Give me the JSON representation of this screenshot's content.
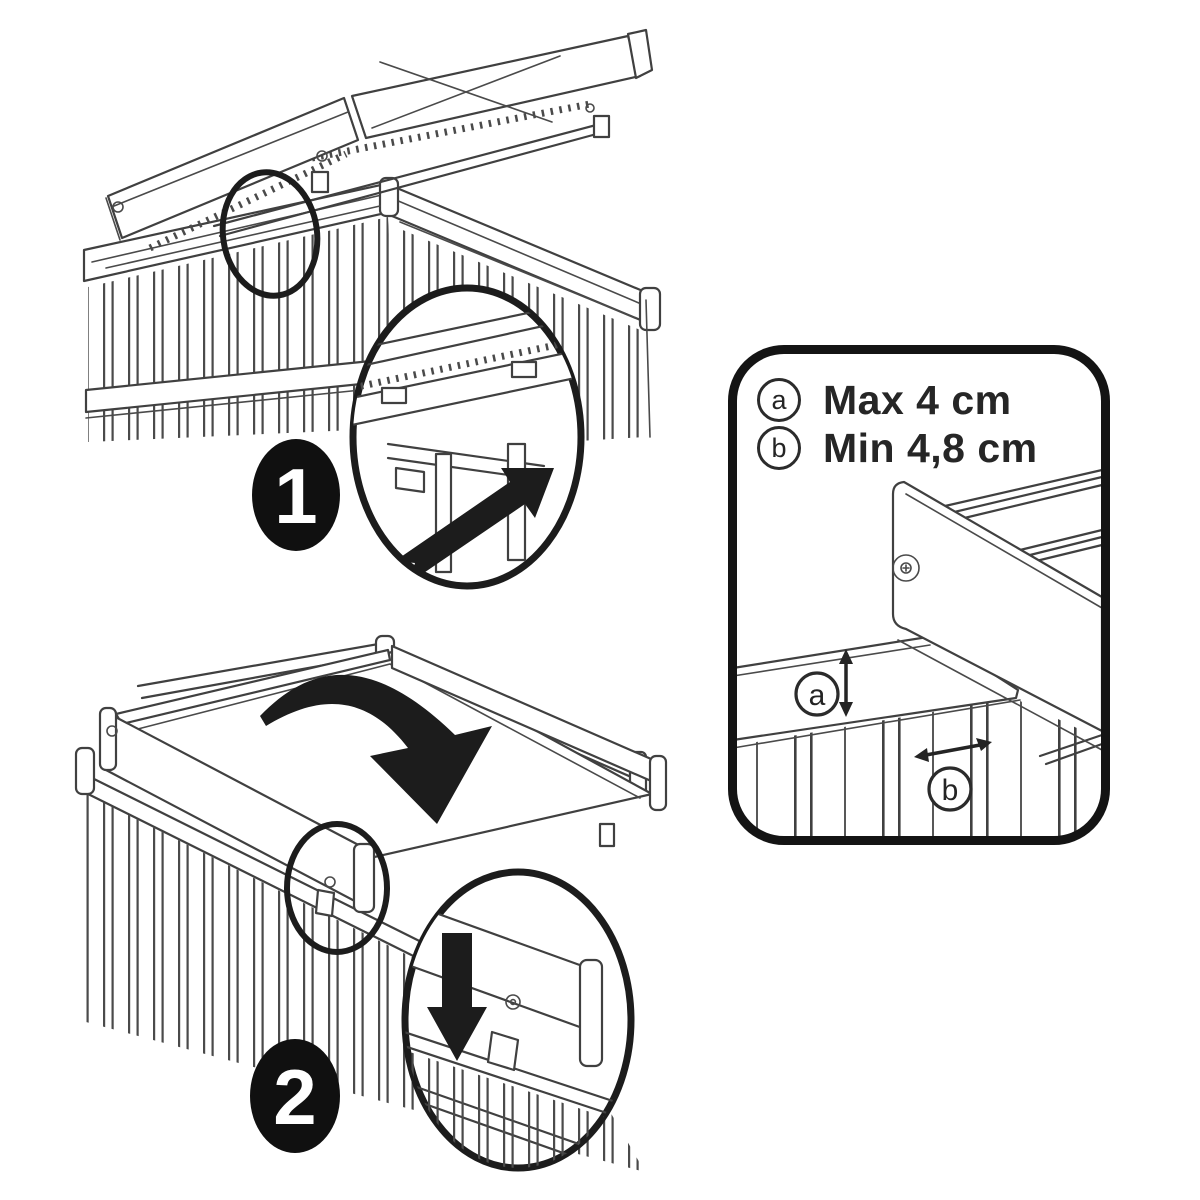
{
  "steps": [
    {
      "number": "1",
      "action_icon": "arrow-up-right"
    },
    {
      "number": "2",
      "action_icon": "arrow-down",
      "motion_icon": "arrow-rotate-down"
    }
  ],
  "legend": {
    "items": [
      {
        "key": "a",
        "value": "Max 4 cm"
      },
      {
        "key": "b",
        "value": "Min 4,8 cm"
      }
    ]
  },
  "icons": {
    "step1_magnifier": "magnifier-circle",
    "step2_magnifier": "magnifier-circle",
    "dimension_a": "vertical-double-arrow",
    "dimension_b": "horizontal-double-arrow"
  },
  "colors": {
    "background": "#ffffff",
    "line": "#404040",
    "ink": "#1c1c1c",
    "text": "#262626"
  }
}
